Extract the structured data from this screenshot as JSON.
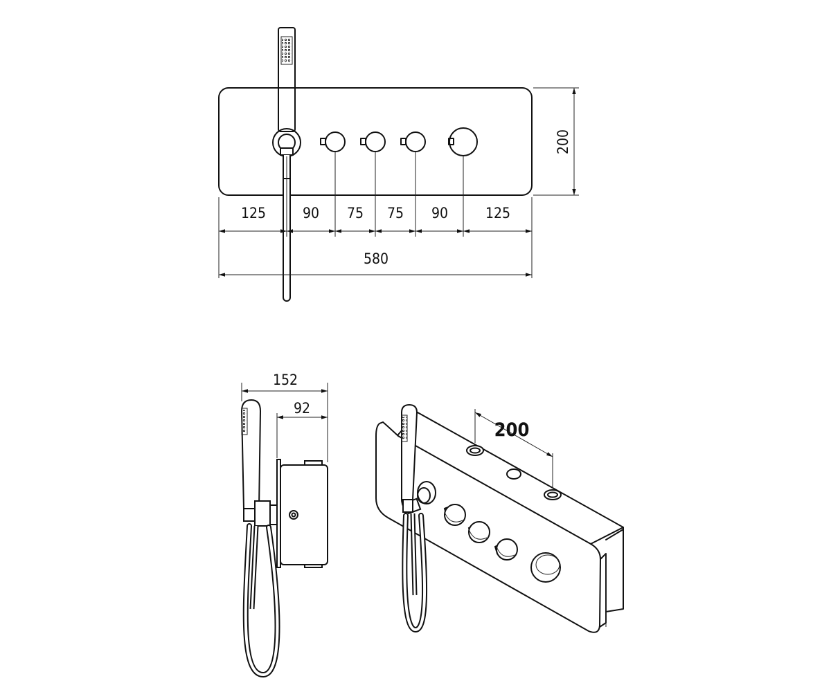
{
  "front_view": {
    "segment_dims": [
      "125",
      "90",
      "75",
      "75",
      "90",
      "125"
    ],
    "total_width": "580",
    "height": "200"
  },
  "side_view": {
    "total_depth": "152",
    "box_depth": "92"
  },
  "iso_view": {
    "outlet_spacing": "200"
  }
}
